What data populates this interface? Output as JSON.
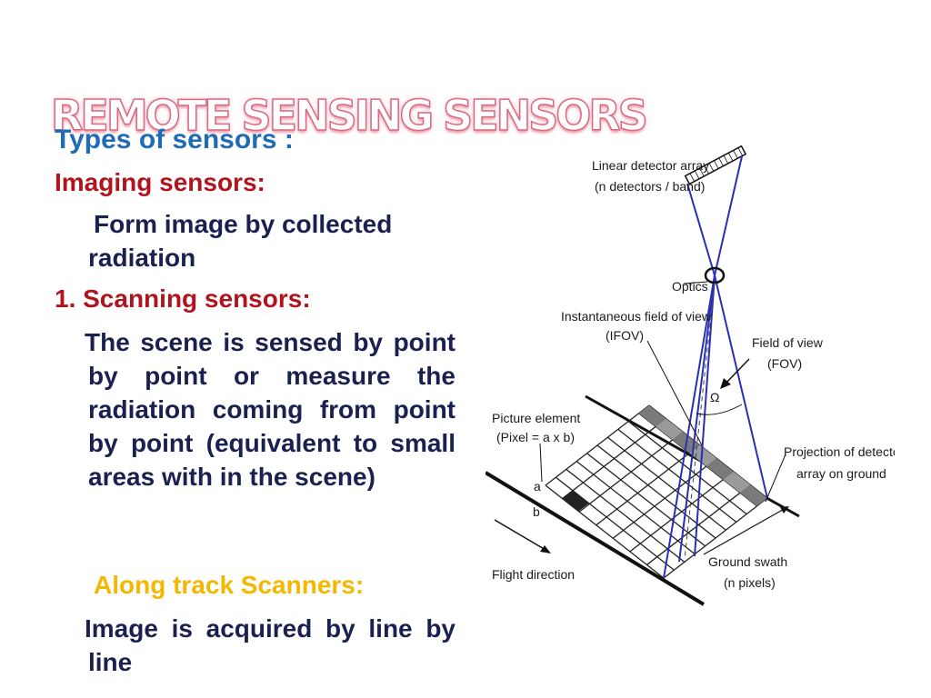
{
  "slide": {
    "title": "REMOTE SENSING SENSORS",
    "types_heading": "Types of sensors :",
    "imaging_heading": "Imaging sensors:",
    "imaging_desc": "Form image by collected radiation",
    "scanning_heading": "1. Scanning sensors:",
    "scanning_desc": "The scene is sensed by point by point or measure the radiation coming from point by point (equivalent to small areas with in the scene)",
    "along_track_heading": "Along track Scanners:",
    "along_track_desc": "Image is acquired by line by line"
  },
  "diagram": {
    "labels": {
      "linear_array_1": "Linear detector array",
      "linear_array_2": "(n detectors / band)",
      "optics": "Optics",
      "ifov_1": "Instantaneous field of view",
      "ifov_2": "(IFOV)",
      "fov_1": "Field of view",
      "fov_2": "(FOV)",
      "omega": "Ω",
      "picture_1": "Picture element",
      "picture_2": "(Pixel = a x b)",
      "a": "a",
      "b": "b",
      "projection_1": "Projection of detector",
      "projection_2": "array on ground",
      "flight": "Flight direction",
      "swath_1": "Ground swath",
      "swath_2": "(n pixels)"
    },
    "colors": {
      "lines": "#2a2fb5",
      "ink": "#111111",
      "shaded": "#7a7a7a"
    }
  }
}
